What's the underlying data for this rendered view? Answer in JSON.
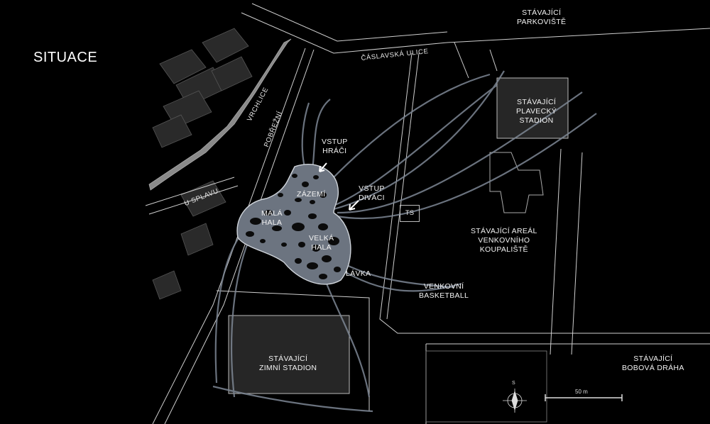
{
  "title": "SITUACE",
  "streets": {
    "caslavska": "ČÁSLAVSKÁ ULICE",
    "vrchlice": "VRCHLICE",
    "pobrezni": "POBŘEŽNÍ",
    "u_splavu": "U SPLAVU"
  },
  "labels": {
    "parkoviste": [
      "STÁVAJÍCÍ",
      "PARKOVIŠTĚ"
    ],
    "plavecky": [
      "STÁVAJÍCÍ",
      "PLAVECKÝ",
      "STADION"
    ],
    "vstup_hraci": [
      "VSTUP",
      "HRÁČI"
    ],
    "zazemi": "ZÁZEMÍ",
    "vstup_divaci": [
      "VSTUP",
      "DIVÁCI"
    ],
    "mala_hala": [
      "MALÁ",
      "HALA"
    ],
    "velka_hala": [
      "VELKÁ",
      "HALA"
    ],
    "ts": "TS",
    "koupaliste": [
      "STÁVAJÍCÍ AREÁL",
      "VENKOVNÍHO",
      "KOUPALIŠTĚ"
    ],
    "lavka": "LÁVKA",
    "basketball": [
      "VENKOVNÍ",
      "BASKETBALL"
    ],
    "zimni": [
      "STÁVAJÍCÍ",
      "ZIMNÍ STADION"
    ],
    "bobova": [
      "STÁVAJÍCÍ",
      "BOBOVÁ DRÁHA"
    ]
  },
  "north_arrow": "S",
  "scale": "50 m"
}
